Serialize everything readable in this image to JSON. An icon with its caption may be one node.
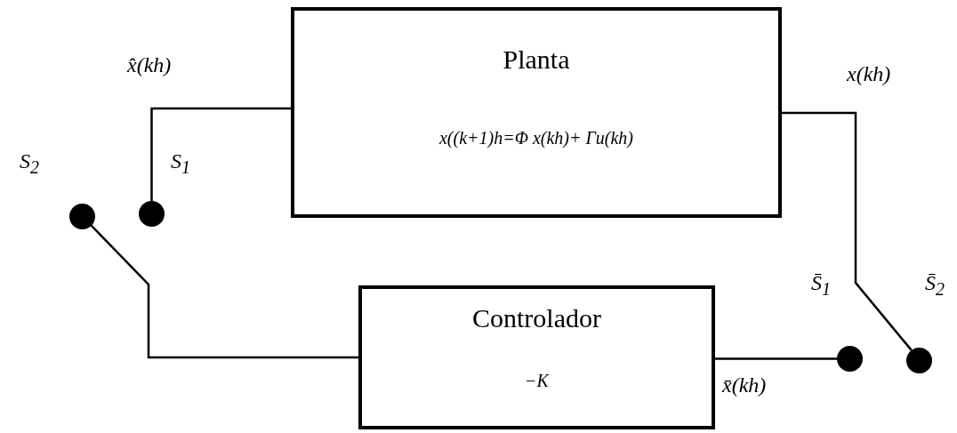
{
  "diagram": {
    "nodes": [
      {
        "text": [
          "Planta",
          "x((k+1)h=Φ   x(kh)+   Γu(kh)"
        ]
      },
      {
        "text": [],
        "shape": "circle",
        "beside": [
          "S$_{2}$"
        ]
      },
      {
        "text": [],
        "shape": "circle",
        "beside": [
          "S$_{1}$"
        ]
      },
      {
        "text": [
          "Controlador",
          "−K"
        ]
      },
      {
        "text": [],
        "shape": "circle",
        "beside": [
          "S̄$_{1}$"
        ]
      },
      {
        "text": [],
        "shape": "circle",
        "beside": [
          "S̄$_{2}$"
        ]
      }
    ],
    "edges": [
      {
        "from": 2,
        "to": 0,
        "arrow": "none",
        "label": "x̂(kh)"
      },
      {
        "from": 0,
        "to": 5,
        "arrow": "none",
        "label": "x(kh)"
      },
      {
        "from": 3,
        "to": 4,
        "arrow": "none",
        "label": "x̄(kh)"
      },
      {
        "from": 1,
        "to": 3,
        "arrow": "none"
      }
    ]
  }
}
